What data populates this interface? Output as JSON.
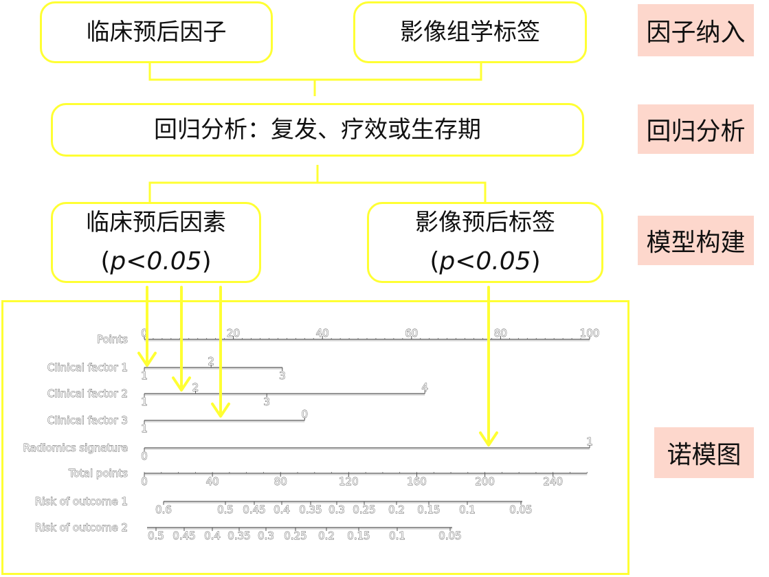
{
  "boxes": {
    "clinical_factors": "临床预后因子",
    "radiomics_label": "影像组学标签",
    "regression": "回归分析：复发、疗效或生存期",
    "clinical_prognostic": "临床预后因素",
    "imaging_prognostic": "影像预后标签",
    "p_open": "(",
    "p_value": "p<0.05",
    "p_close": ")"
  },
  "stages": {
    "factor_inclusion": "因子纳入",
    "regression_analysis": "回归分析",
    "model_building": "模型构建",
    "nomogram": "诺模图"
  },
  "colors": {
    "yellow": "#ffff33",
    "tag_bg": "#fdd7cc",
    "scale_line": "#555555",
    "scale_label": "#ffffff"
  },
  "chart_data": {
    "type": "nomogram",
    "rows": [
      {
        "name": "Points",
        "ticks": [
          {
            "v": 0,
            "label": "0"
          },
          {
            "v": 20,
            "label": "20"
          },
          {
            "v": 40,
            "label": "40"
          },
          {
            "v": 60,
            "label": "60"
          },
          {
            "v": 80,
            "label": "80"
          },
          {
            "v": 100,
            "label": "100"
          }
        ]
      },
      {
        "name": "Clinical factor 1",
        "ticks": [
          {
            "v": 0,
            "label": "1",
            "pos": "below"
          },
          {
            "v": 15,
            "label": "2",
            "pos": "above"
          },
          {
            "v": 31,
            "label": "3",
            "pos": "below"
          }
        ]
      },
      {
        "name": "Clinical factor 2",
        "ticks": [
          {
            "v": 0,
            "label": "1",
            "pos": "below"
          },
          {
            "v": 11.5,
            "label": "2",
            "pos": "above"
          },
          {
            "v": 27.5,
            "label": "3",
            "pos": "below"
          },
          {
            "v": 63,
            "label": "4",
            "pos": "above"
          }
        ]
      },
      {
        "name": "Clinical factor 3",
        "ticks": [
          {
            "v": 0,
            "label": "1",
            "pos": "below"
          },
          {
            "v": 36,
            "label": "0",
            "pos": "above"
          }
        ]
      },
      {
        "name": "Radiomics signature",
        "ticks": [
          {
            "v": 0,
            "label": "0",
            "pos": "below"
          },
          {
            "v": 100,
            "label": "1",
            "pos": "above"
          }
        ]
      },
      {
        "name": "Total points",
        "ticks": [
          {
            "v": 0,
            "label": "0"
          },
          {
            "v": 40,
            "label": "40"
          },
          {
            "v": 80,
            "label": "80"
          },
          {
            "v": 120,
            "label": "120"
          },
          {
            "v": 160,
            "label": "160"
          },
          {
            "v": 200,
            "label": "200"
          },
          {
            "v": 240,
            "label": "240"
          }
        ],
        "range": [
          0,
          260
        ]
      },
      {
        "name": "Risk of outcome 1",
        "ticks": [
          {
            "v": 0.6,
            "label": "0.6"
          },
          {
            "v": 0.5,
            "label": "0.5"
          },
          {
            "v": 0.45,
            "label": "0.45"
          },
          {
            "v": 0.4,
            "label": "0.4"
          },
          {
            "v": 0.35,
            "label": "0.35"
          },
          {
            "v": 0.3,
            "label": "0.3"
          },
          {
            "v": 0.25,
            "label": "0.25"
          },
          {
            "v": 0.2,
            "label": "0.2"
          },
          {
            "v": 0.15,
            "label": "0.15"
          },
          {
            "v": 0.1,
            "label": "0.1"
          },
          {
            "v": 0.05,
            "label": "0.05"
          }
        ]
      },
      {
        "name": "Risk of outcome 2",
        "ticks": [
          {
            "v": 0.5,
            "label": "0.5"
          },
          {
            "v": 0.45,
            "label": "0.45"
          },
          {
            "v": 0.4,
            "label": "0.4"
          },
          {
            "v": 0.35,
            "label": "0.35"
          },
          {
            "v": 0.3,
            "label": "0.3"
          },
          {
            "v": 0.25,
            "label": "0.25"
          },
          {
            "v": 0.2,
            "label": "0.2"
          },
          {
            "v": 0.15,
            "label": "0.15"
          },
          {
            "v": 0.1,
            "label": "0.1"
          },
          {
            "v": 0.05,
            "label": "0.05"
          }
        ]
      }
    ]
  }
}
